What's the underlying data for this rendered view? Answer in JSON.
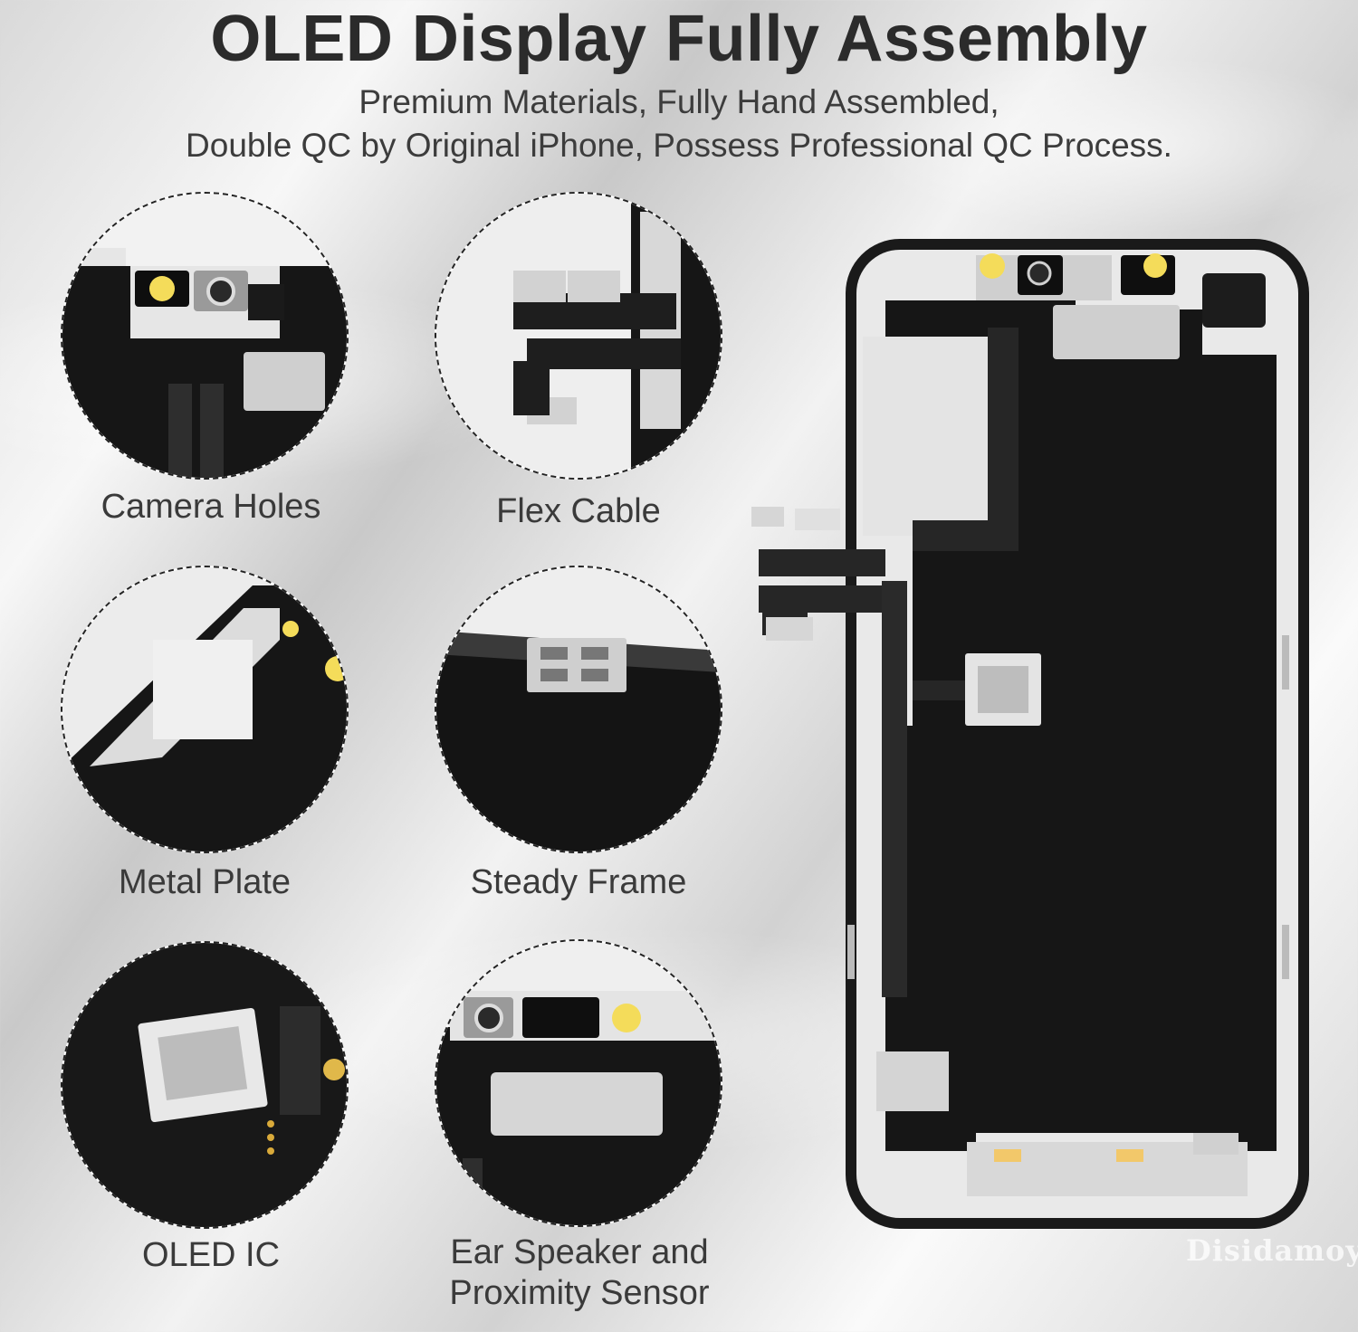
{
  "header": {
    "title": "OLED Display Fully Assembly",
    "subtitle_line1": "Premium Materials, Fully Hand Assembled,",
    "subtitle_line2": "Double QC by Original iPhone, Possess Professional QC Process."
  },
  "features": [
    {
      "label": "Camera Holes"
    },
    {
      "label": "Flex Cable"
    },
    {
      "label": "Metal Plate"
    },
    {
      "label": "Steady Frame"
    },
    {
      "label": "OLED IC"
    },
    {
      "label": "Ear Speaker and",
      "label_line2": "Proximity Sensor"
    }
  ],
  "watermark": "Disidamoy",
  "colors": {
    "panel_black": "#161616",
    "metal_silver": "#dcdcdc",
    "title_text": "#2b2b2b",
    "sensor_yellow": "#f4dc5a"
  }
}
